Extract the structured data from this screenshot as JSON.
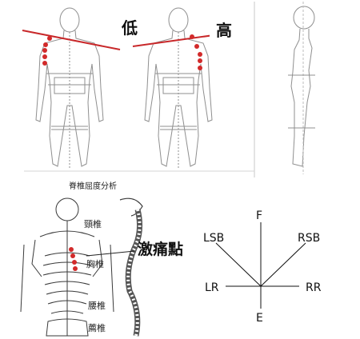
{
  "posture_panel": {
    "label_low": "低",
    "label_high": "高",
    "colors": {
      "shoulder_line": "#c8282a",
      "pain_dots": "#d22a2a",
      "figure_line": "#9a9a9a"
    }
  },
  "spine_panel": {
    "title": "脊椎屈度分析",
    "cervical_label": "頸椎",
    "thoracic_label": "胸椎",
    "lumbar_label": "腰椎",
    "sacral_label": "薦椎",
    "trigger_point_label": "激痛點",
    "colors": {
      "trigger_dots": "#d22a2a",
      "bone": "#3a3a3a"
    }
  },
  "direction_diagram": {
    "labels": {
      "front": "F",
      "back": "E",
      "left_side_bend": "LSB",
      "right_side_bend": "RSB",
      "left_rotation": "LR",
      "right_rotation": "RR"
    }
  }
}
